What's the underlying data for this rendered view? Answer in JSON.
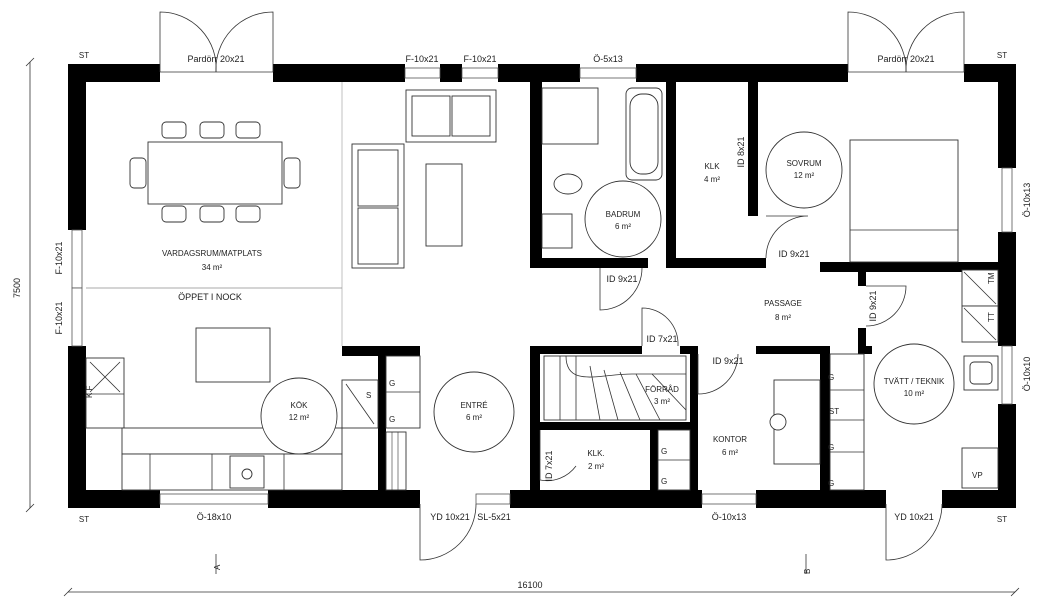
{
  "dimensions": {
    "width": "16100",
    "height": "7500"
  },
  "rooms": {
    "vardagsrum": {
      "name": "VARDAGSRUM/MATPLATS",
      "area": "34 m²"
    },
    "open_note": "ÖPPET I NOCK",
    "kok": {
      "name": "KÖK",
      "area": "12 m²"
    },
    "entre": {
      "name": "ENTRÉ",
      "area": "6 m²"
    },
    "badrum": {
      "name": "BADRUM",
      "area": "6 m²"
    },
    "klk1": {
      "name": "KLK",
      "area": "4 m²"
    },
    "sovrum": {
      "name": "SOVRUM",
      "area": "12 m²"
    },
    "passage": {
      "name": "PASSAGE",
      "area": "8 m²"
    },
    "forrad": {
      "name": "FÖRRÅD",
      "area": "3 m²"
    },
    "klk2": {
      "name": "KLK.",
      "area": "2 m²"
    },
    "kontor": {
      "name": "KONTOR",
      "area": "6 m²"
    },
    "tvatt": {
      "name": "TVÄTT / TEKNIK",
      "area": "10 m²"
    }
  },
  "openings": {
    "pardorr_left": "Pardörr 20x21",
    "pardorr_right": "Pardörr 20x21",
    "f_top_1": "F-10x21",
    "f_top_2": "F-10x21",
    "o_top": "Ö-5x13",
    "o_right_1": "Ö-10x13",
    "o_right_2": "Ö-10x10",
    "f_left_1": "F-10x21",
    "f_left_2": "F-10x21",
    "o_bottom_left": "Ö-18x10",
    "yd_left": "YD 10x21",
    "sl": "SL-5x21",
    "o_bottom_mid": "Ö-10x13",
    "yd_right": "YD 10x21",
    "id_badrum": "ID 9x21",
    "id_klk": "ID 8x21",
    "id_sovrum": "ID 9x21",
    "id_passage_right": "ID 9x21",
    "id_forrad": "ID 7x21",
    "id_kontor": "ID 9x21",
    "id_klk2": "ID 7x21"
  },
  "symbols": {
    "st": "ST",
    "g": "G",
    "s": "S",
    "kf": "K F",
    "tm": "TM",
    "tt": "TT",
    "vp": "VP",
    "section_a": "A",
    "section_b": "B"
  }
}
